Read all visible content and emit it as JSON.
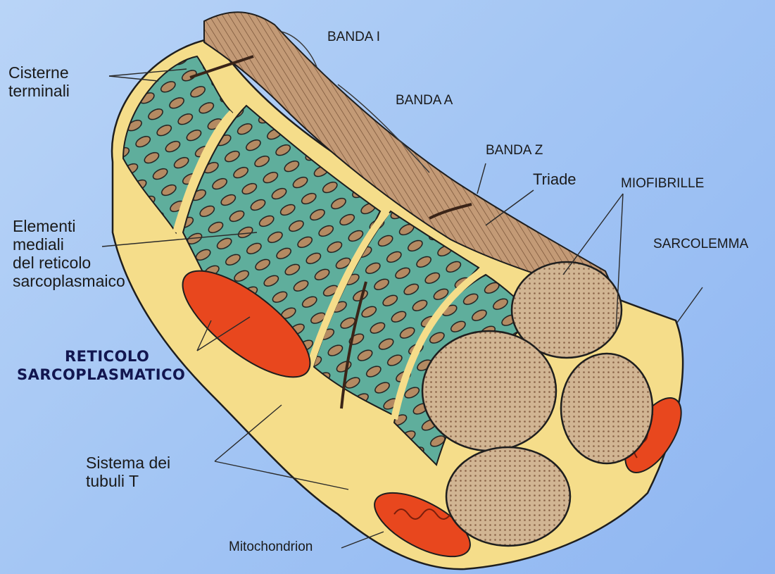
{
  "diagram": {
    "labels": {
      "banda_i": "BANDA I",
      "banda_a": "BANDA A",
      "banda_z": "BANDA Z",
      "triade": "Triade",
      "miofibrille": "MIOFIBRILLE",
      "sarcolemma": "SARCOLEMMA",
      "cisterne_terminali": [
        "Cisterne",
        "terminali"
      ],
      "elementi_mediali": [
        "Elementi",
        "mediali",
        "del reticolo",
        "sarcoplasmaico"
      ],
      "reticolo_sarcoplasmatico": [
        "RETICOLO",
        "SARCOPLASMATICO"
      ],
      "sistema_tubuli_t": [
        "Sistema dei",
        "tubuli T"
      ],
      "mitochondrion": "Mitochondrion"
    },
    "colors": {
      "background": "#a4c6f4",
      "sarcoplasm": "#f5dd8a",
      "reticulum": "#5fae9c",
      "myofibril": "#c9a882",
      "mitochondrion": "#e8471e",
      "outline": "#1e1e1e"
    }
  }
}
